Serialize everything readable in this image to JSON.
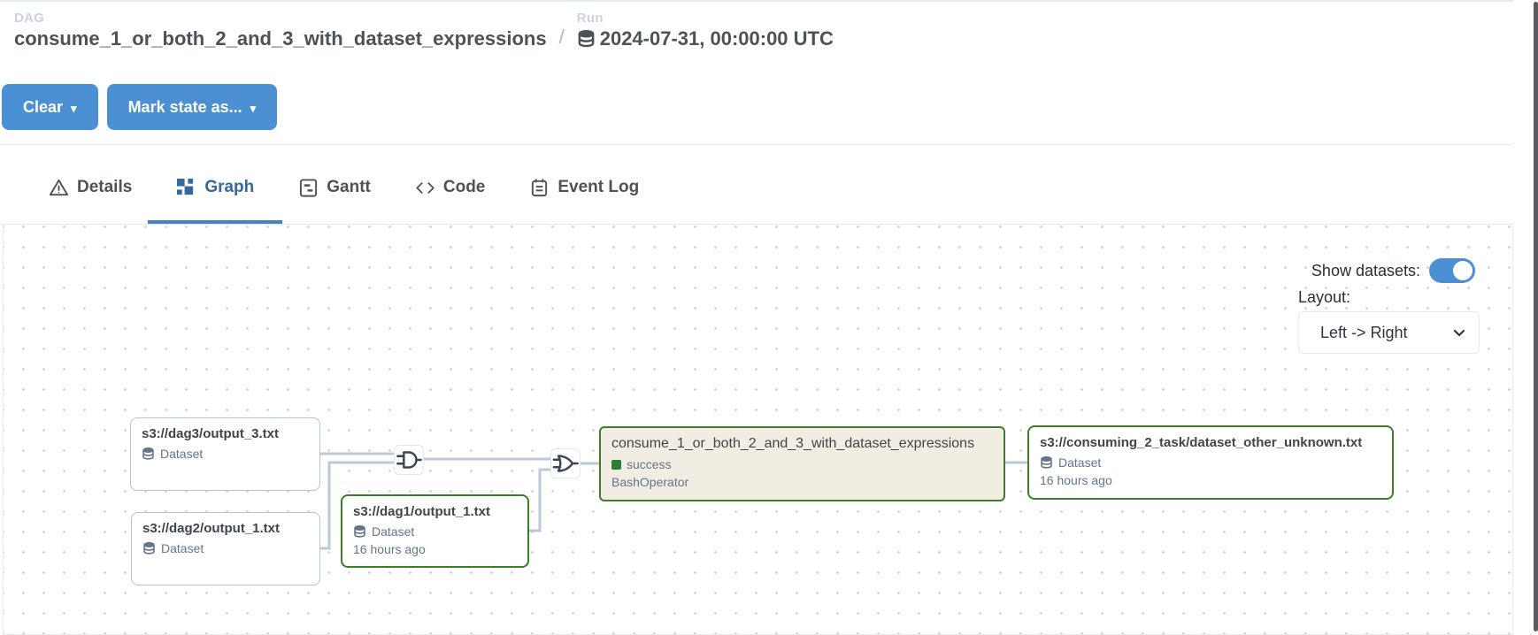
{
  "header": {
    "dag_label": "DAG",
    "dag_name": "consume_1_or_both_2_and_3_with_dataset_expressions",
    "separator": "/",
    "run_label": "Run",
    "run_value": "2024-07-31, 00:00:00 UTC",
    "clear_button": "Clear",
    "mark_state_button": "Mark state as..."
  },
  "tabs": [
    {
      "label": "Details",
      "icon": "warning-icon",
      "active": false
    },
    {
      "label": "Graph",
      "icon": "graph-icon",
      "active": true
    },
    {
      "label": "Gantt",
      "icon": "gantt-icon",
      "active": false
    },
    {
      "label": "Code",
      "icon": "code-icon",
      "active": false
    },
    {
      "label": "Event Log",
      "icon": "event-log-icon",
      "active": false
    }
  ],
  "graph_controls": {
    "show_datasets_label": "Show datasets:",
    "show_datasets_on": true,
    "layout_label": "Layout:",
    "layout_value": "Left -> Right"
  },
  "graph": {
    "nodes": [
      {
        "id": "dataset-dag3",
        "kind": "dataset",
        "title": "s3://dag3/output_3.txt",
        "type_label": "Dataset",
        "meta": "",
        "border": "gray"
      },
      {
        "id": "dataset-dag2",
        "kind": "dataset",
        "title": "s3://dag2/output_1.txt",
        "type_label": "Dataset",
        "meta": "",
        "border": "gray"
      },
      {
        "id": "dataset-dag1",
        "kind": "dataset",
        "title": "s3://dag1/output_1.txt",
        "type_label": "Dataset",
        "meta": "16 hours ago",
        "border": "green"
      },
      {
        "id": "task",
        "kind": "task",
        "title": "consume_1_or_both_2_and_3_with_dataset_expressions",
        "status": "success",
        "operator": "BashOperator",
        "border": "green"
      },
      {
        "id": "dataset-out",
        "kind": "dataset",
        "title": "s3://consuming_2_task/dataset_other_unknown.txt",
        "type_label": "Dataset",
        "meta": "16 hours ago",
        "border": "green"
      }
    ],
    "gates": [
      {
        "type": "and-gate"
      },
      {
        "type": "or-gate"
      }
    ]
  },
  "icons": {
    "caret_down": "▾"
  },
  "colors": {
    "accent": "#4a90d2",
    "tab-active": "#35689f",
    "tab-underline": "#4583c7",
    "green": "#3f7d2c",
    "success": "#2e7d32",
    "task-bg": "#f1ede2",
    "node-gray": "#b6c2d2",
    "edge": "#bdc9d7",
    "muted": "#64748b",
    "title-dark": "#3f454c",
    "faint-label": "#c8d3df",
    "dark-text": "#4b5259",
    "scrollbar": "#595b60",
    "canvas-border": "#e5eaf1",
    "dot": "#c9d3de"
  }
}
